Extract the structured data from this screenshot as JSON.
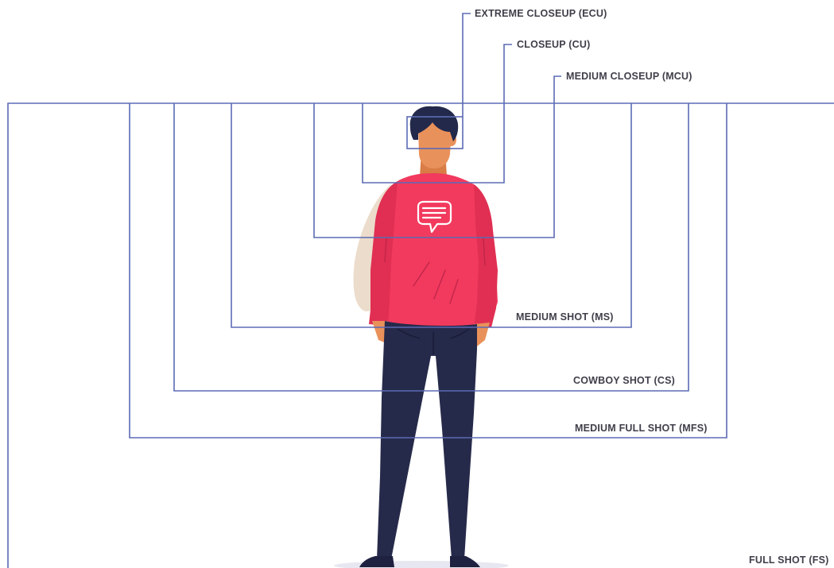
{
  "shots": [
    {
      "key": "ecu",
      "label": "EXTREME CLOSEUP (ECU)"
    },
    {
      "key": "cu",
      "label": "CLOSEUP (CU)"
    },
    {
      "key": "mcu",
      "label": "MEDIUM CLOSEUP (MCU)"
    },
    {
      "key": "ms",
      "label": "MEDIUM SHOT (MS)"
    },
    {
      "key": "cs",
      "label": "COWBOY SHOT (CS)"
    },
    {
      "key": "mfs",
      "label": "MEDIUM FULL SHOT (MFS)"
    },
    {
      "key": "fs",
      "label": "FULL SHOT (FS)"
    }
  ],
  "colors": {
    "frame_line": "#5b6bb5",
    "label_text": "#3f3f4a",
    "shirt": "#f23a5e",
    "skin": "#e9915a",
    "hair": "#23294b",
    "pants": "#262a4a",
    "bag": "#ecdccb"
  },
  "icons": {
    "shirt_logo": "chat-bubble-icon"
  }
}
